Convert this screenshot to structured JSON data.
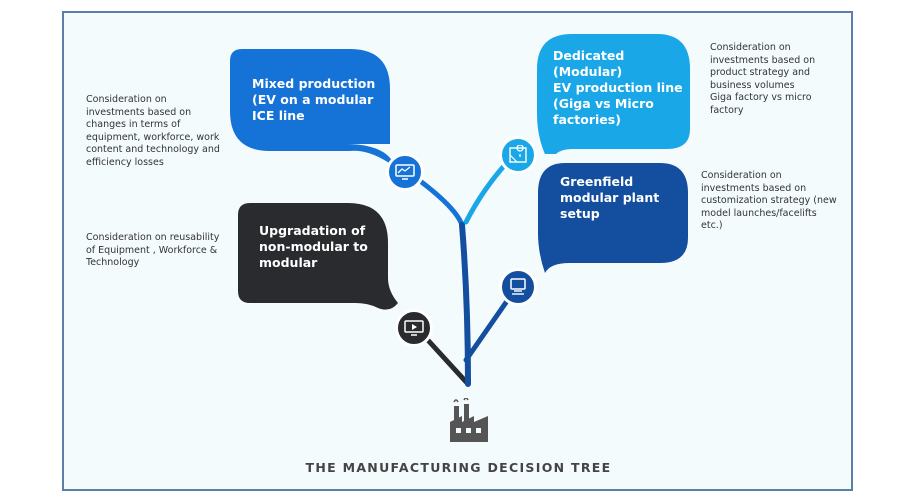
{
  "title": "THE MANUFACTURING DECISION TREE",
  "colors": {
    "mixed": "#1572d6",
    "dedicated": "#1aa7e8",
    "greenfield": "#134f9e",
    "upgradation": "#2a2b2e",
    "frame_border": "#5b7fa6",
    "background": "#f4fbfd"
  },
  "branches": {
    "mixed": {
      "label": "Mixed production\n(EV on a modular\nICE line",
      "note": "Consideration on\ninvestments based on\nchanges in terms of\nequipment, workforce, work\ncontent and technology and\nefficiency losses",
      "icon": "monitor-chart-icon"
    },
    "dedicated": {
      "label": "Dedicated (Modular)\nEV production line\n(Giga vs Micro\nfactories)",
      "note": "Consideration on\ninvestments based on\nproduct strategy and\nbusiness volumes\nGiga factory vs micro\nfactory",
      "icon": "map-pin-icon"
    },
    "greenfield": {
      "label": "Greenfield\nmodular plant\nsetup",
      "note": "Consideration on\ninvestments based on\ncustomization strategy (new\nmodel launches/facelifts\netc.)",
      "icon": "monitor-stack-icon"
    },
    "upgradation": {
      "label": "Upgradation of\nnon-modular to\nmodular",
      "note": "Consideration on reusability\nof  Equipment , Workforce &\nTechnology",
      "icon": "video-monitor-icon"
    }
  },
  "root_icon": "factory-icon"
}
